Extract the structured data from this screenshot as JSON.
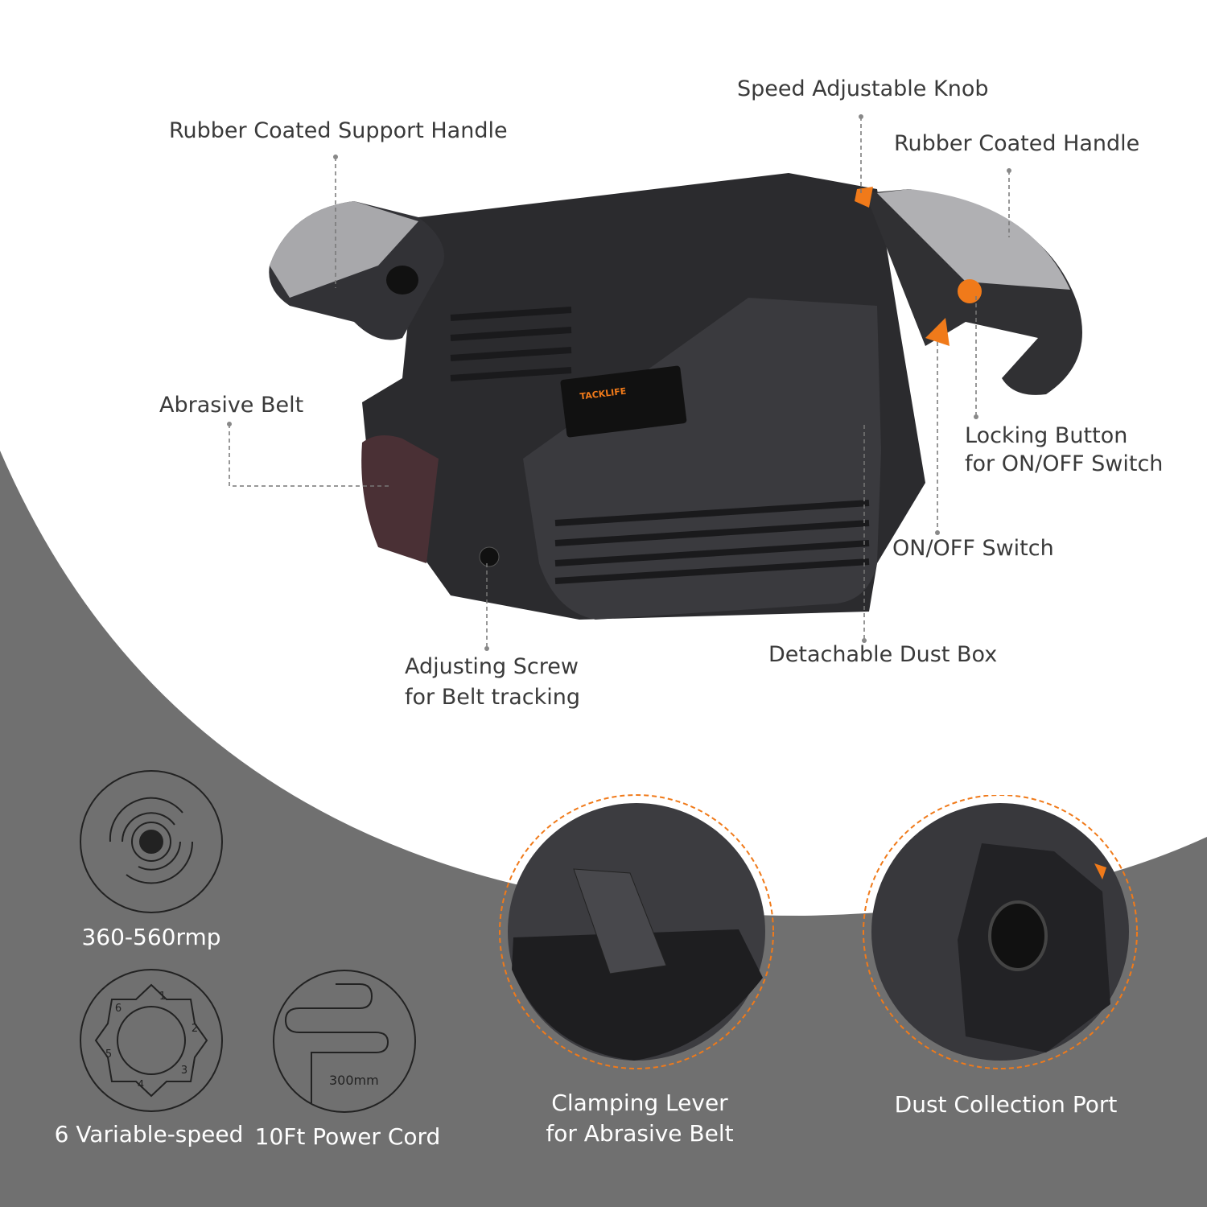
{
  "colors": {
    "background": "#ffffff",
    "gray_panel": "#707070",
    "accent": "#f07a1a",
    "body": "#2b2b2e"
  },
  "brand": "TACKLIFE",
  "callouts": {
    "support_handle": "Rubber Coated Support Handle",
    "speed_knob": "Speed Adjustable Knob",
    "handle": "Rubber Coated Handle",
    "abrasive_belt": "Abrasive Belt",
    "locking_button_1": "Locking Button",
    "locking_button_2": "for ON/OFF Switch",
    "onoff_switch": "ON/OFF Switch",
    "adjusting_screw_1": "Adjusting Screw",
    "adjusting_screw_2": "for Belt tracking",
    "dust_box": "Detachable Dust Box"
  },
  "features": {
    "speed_range": "360-560rmp",
    "variable_speed": "6 Variable-speed",
    "power_cord": "10Ft Power Cord",
    "cord_length_mark": "300mm",
    "dial_numbers": [
      "1",
      "2",
      "3",
      "4",
      "5",
      "6"
    ],
    "clamping_1": "Clamping Lever",
    "clamping_2": "for Abrasive Belt",
    "dust_port": "Dust Collection Port"
  }
}
